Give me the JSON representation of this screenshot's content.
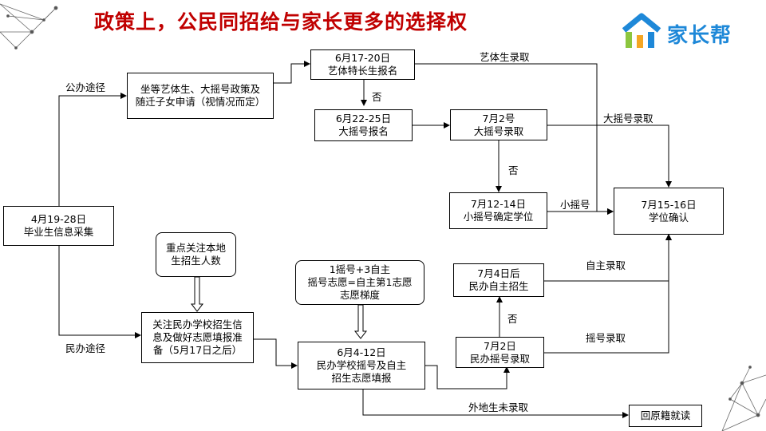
{
  "slide": {
    "title": "政策上，公民同招给与家长更多的选择权",
    "logo_text": "家长帮",
    "colors": {
      "title": "#c00000",
      "logo_blue": "#1e88d8",
      "logo_green": "#8cc63f",
      "logo_orange": "#f5a623"
    }
  },
  "nodes": {
    "info_collect": [
      "4月19-28日",
      "毕业生信息采集"
    ],
    "art_policy": [
      "坐等艺体生、大摇号政策及",
      "随迁子女申请（视情况而定）"
    ],
    "art_signup": [
      "6月17-20日",
      "艺体特长生报名"
    ],
    "big_signup": [
      "6月22-25日",
      "大摇号报名"
    ],
    "big_admit": [
      "7月2号",
      "大摇号录取"
    ],
    "small_lottery": [
      "7月12-14日",
      "小摇号确定学位"
    ],
    "confirm": [
      "7月15-16日",
      "学位确认"
    ],
    "focus_local": [
      "重点关注本地",
      "生招生人数"
    ],
    "private_prep": [
      "关注民办学校招生信",
      "息及做好志愿填报准",
      "备（5月17日之后）"
    ],
    "lottery_rule": [
      "1摇号+3自主",
      "摇号志愿=自主第1志愿",
      "志愿梯度"
    ],
    "private_lottery": [
      "6月4-12日",
      "民办学校摇号及自主",
      "招生志愿填报"
    ],
    "private_admit": [
      "7月2日",
      "民办摇号录取"
    ],
    "private_self": [
      "7月4日后",
      "民办自主招生"
    ],
    "return_home": [
      "回原籍就读"
    ]
  },
  "labels": {
    "public_path": "公办途径",
    "private_path": "民办途径",
    "art_admit": "艺体生录取",
    "big_admit_label": "大摇号录取",
    "small_label": "小摇号",
    "no_1": "否",
    "no_2": "否",
    "no_3": "否",
    "self_admit": "自主录取",
    "lottery_admit": "摇号录取",
    "outside_not_admit": "外地生未录取"
  }
}
